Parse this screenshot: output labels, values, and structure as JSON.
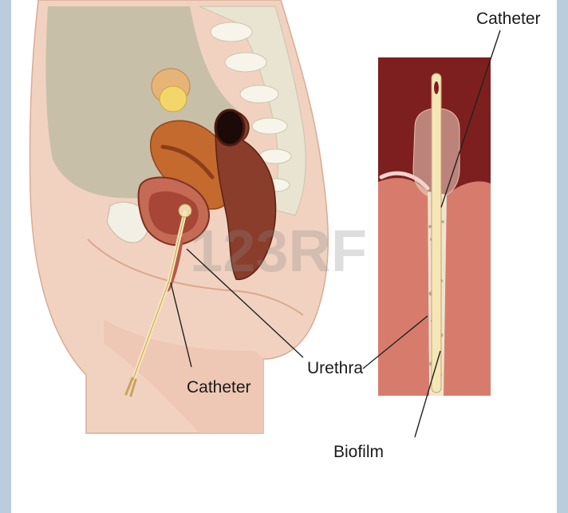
{
  "labels": {
    "catheter_top": "Catheter",
    "catheter_left": "Catheter",
    "urethra": "Urethra",
    "biofilm": "Biofilm"
  },
  "watermark": "123RF",
  "colors": {
    "frame_side": "#b9cddd",
    "skin": "#f1d2c0",
    "skin_shadow": "#e6b9a3",
    "cavity": "#c8bfa9",
    "bladder": "#c46a55",
    "uterus": "#c56a2e",
    "rectum": "#8a3d2a",
    "inset_dark": "#7d1f1e",
    "inset_tissue": "#d77c6c",
    "catheter": "#f5e6b8"
  }
}
